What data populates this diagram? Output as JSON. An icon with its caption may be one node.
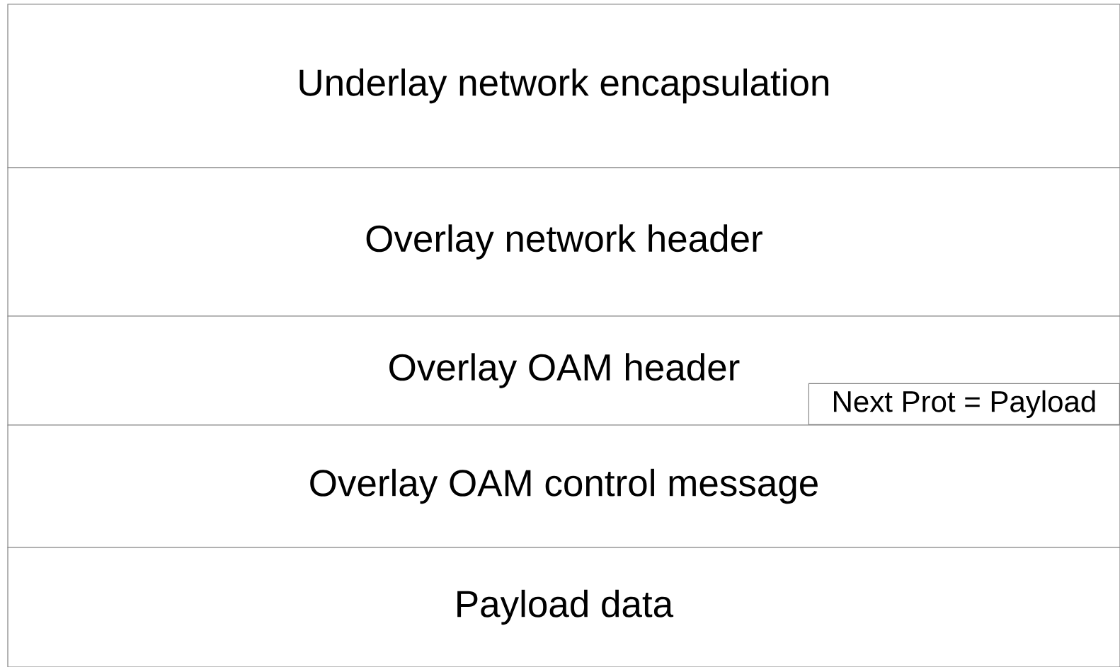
{
  "diagram": {
    "nodes": [
      {
        "text": [
          "Underlay network encapsulation"
        ]
      },
      {
        "text": [
          "Overlay network header"
        ]
      },
      {
        "text": [
          "Overlay OAM header"
        ]
      },
      {
        "text": [
          "Next Prot = Payload"
        ],
        "in": 2
      },
      {
        "text": [
          "Overlay OAM control message"
        ]
      },
      {
        "text": [
          "Payload data"
        ]
      }
    ]
  }
}
